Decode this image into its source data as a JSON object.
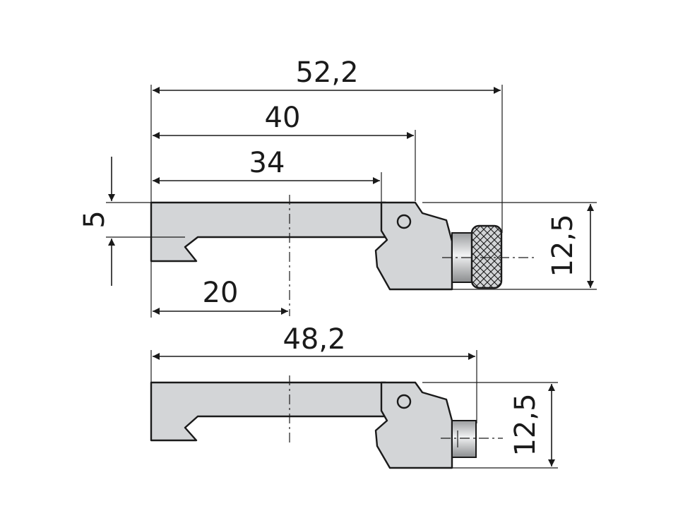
{
  "drawing": {
    "dims": {
      "overall_length_top": "52,2",
      "length_40": "40",
      "length_34": "34",
      "thickness_5": "5",
      "length_20": "20",
      "height_top": "12,5",
      "overall_length_bottom": "48,2",
      "height_bottom": "12,5"
    }
  }
}
